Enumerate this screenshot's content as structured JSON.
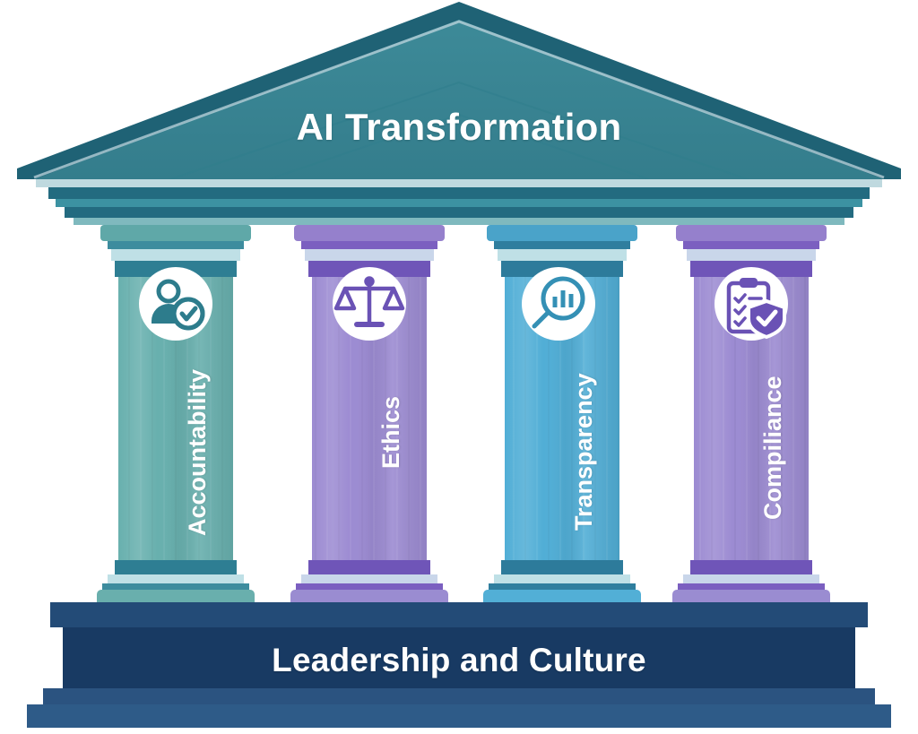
{
  "diagram": {
    "type": "greek-temple-pillars",
    "pediment": {
      "title": "AI Transformation"
    },
    "foundation": {
      "title": "Leadership and Culture"
    },
    "pillars": [
      {
        "label": "Accountability",
        "icon": "person-check-icon",
        "color": "#63AFAF",
        "shaft": "#68B0AE",
        "capital_dark": "#3D8C9E",
        "capital_mid": "#5FA8A8",
        "capital_light": "#BFE0E6",
        "base_dark": "#2E7E93",
        "icon_color": "#2D7C8C"
      },
      {
        "label": "Ethics",
        "icon": "balance-scales-icon",
        "color": "#9A8CD1",
        "shaft": "#9C8BD2",
        "capital_dark": "#7B5FC0",
        "capital_mid": "#9580CC",
        "capital_light": "#C9D6EA",
        "base_dark": "#6F55B8",
        "icon_color": "#6A52B5"
      },
      {
        "label": "Transparency",
        "icon": "magnifier-bar-chart-icon",
        "color": "#52AFD6",
        "shaft": "#51AED6",
        "capital_dark": "#2F7E9E",
        "capital_mid": "#4AA3C9",
        "capital_light": "#BFE0E6",
        "base_dark": "#2D7B9B",
        "icon_color": "#3490B5"
      },
      {
        "label": "Compiliance",
        "icon": "clipboard-shield-check-icon",
        "color": "#9A8CD1",
        "shaft": "#9C8BD2",
        "capital_dark": "#7B5FC0",
        "capital_mid": "#9580CC",
        "capital_light": "#C9D6EA",
        "base_dark": "#6F55B8",
        "icon_color": "#6A52B5"
      }
    ],
    "palette": {
      "roof_dark": "#1F6275",
      "roof_face": "#3A8593",
      "roof_edge_light": "#C8DCE2",
      "entablature_light": "#BFD9DF",
      "entablature_dark": "#236B80",
      "entablature_mid": "#2F8195",
      "entablature_pale": "#7FB9BE",
      "plinth_top": "#234B77",
      "plinth_main": "#183A63",
      "plinth_step": "#2B5380",
      "plinth_bottom": "#2E5B88",
      "white": "#FFFFFF"
    }
  }
}
